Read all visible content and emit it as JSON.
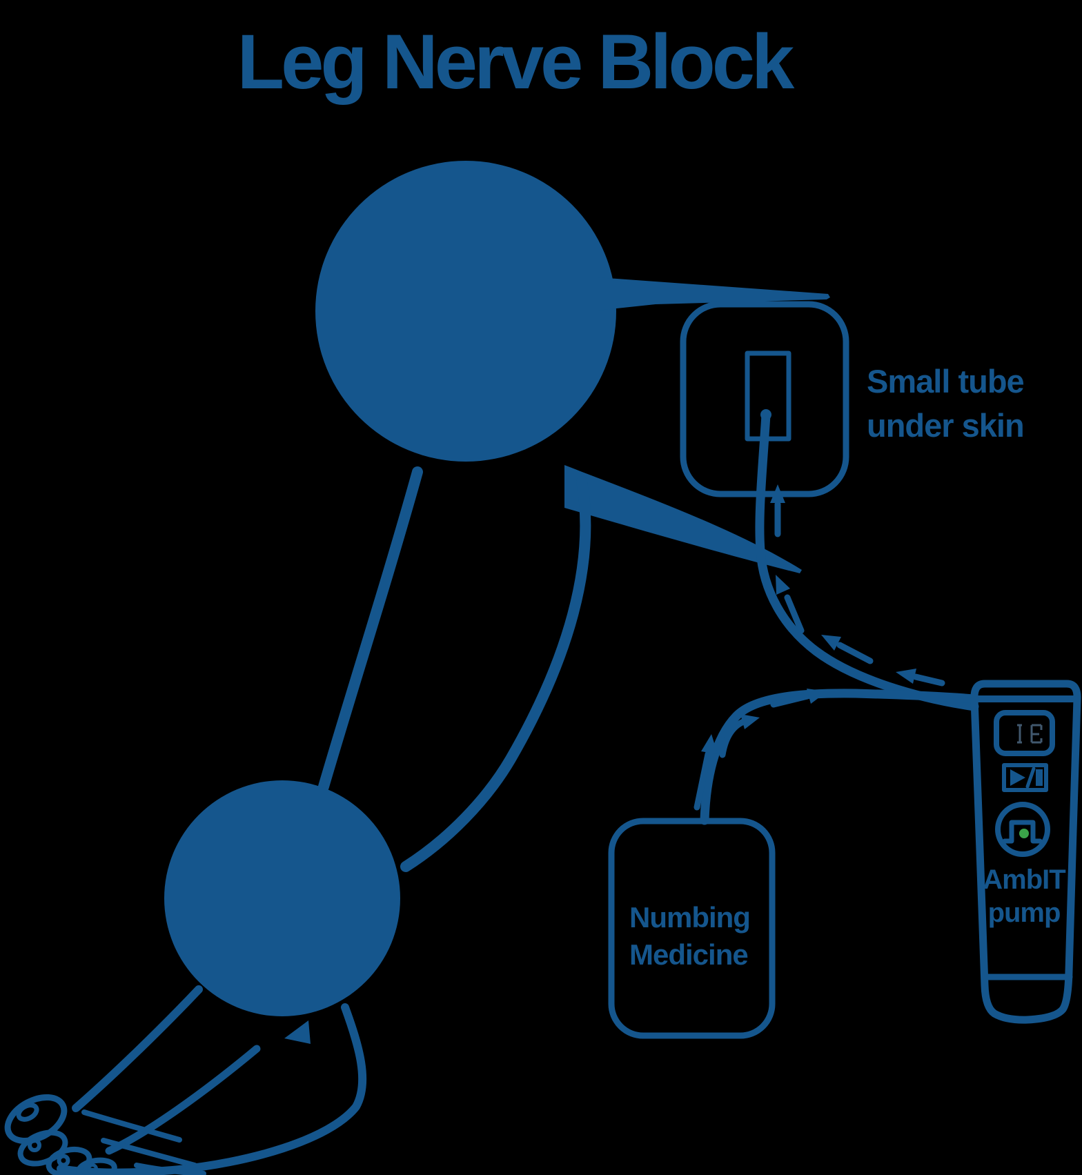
{
  "title": "Leg Nerve Block",
  "annotations": {
    "tube_label": {
      "line1": "Small tube",
      "line2": "under skin"
    },
    "bag_label": {
      "line1": "Numbing",
      "line2": "Medicine"
    },
    "pump_label": {
      "line1": "AmbIT",
      "line2": "pump"
    }
  },
  "illustration": {
    "elements": [
      "thigh-nerve-block-site-circle",
      "ankle-nerve-block-site-circle",
      "bent-leg-outline",
      "foot-with-toes-outline",
      "adhesive-patch-with-catheter-window",
      "catheter-tube-under-skin",
      "medicine-supply-tube",
      "flow-direction-arrows",
      "numbing-medicine-bag",
      "ambit-infusion-pump"
    ],
    "pump_controls": [
      "display-screen",
      "play-pause-button",
      "bolus-button",
      "green-indicator-dot"
    ]
  },
  "colors": {
    "ink_blue": "#15568D",
    "background": "#000000",
    "indicator_green": "#3BA449",
    "screen_glyphs": "#41586E"
  }
}
